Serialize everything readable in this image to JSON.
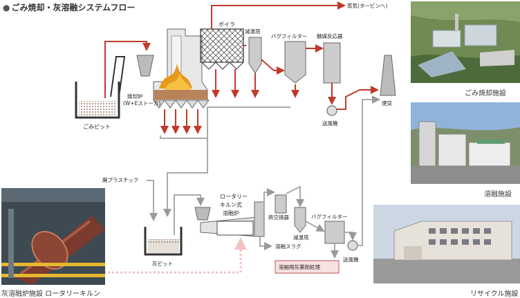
{
  "title": "ごみ焼却・灰溶融システムフロー",
  "labels": {
    "steam": "蒸気(タービンへ)",
    "boiler": "ボイラ",
    "cooling_tower_1": "減温塔",
    "bag_filter_1": "バグフィルター",
    "catalytic_reactor": "触媒反応器",
    "chimney": "煙突",
    "fan_1": "送風機",
    "incinerator_line1": "焼却炉",
    "incinerator_line2": "(W+Eストーカ)",
    "waste_pit": "ごみピット",
    "waste_plastic": "廃プラスチック",
    "rotary_kiln_line1": "ロータリー",
    "rotary_kiln_line2": "キルン式",
    "rotary_kiln_line3": "溶融炉",
    "heat_exchanger": "熱交換器",
    "cooling_tower_2": "減温塔",
    "bag_filter_2": "バグフィルター",
    "molten_slag": "溶融スラグ",
    "fly_ash_treatment": "溶融飛灰薬剤処理",
    "fan_2": "送風機",
    "ash_pit": "灰ピット"
  },
  "captions": {
    "incineration_facility": "ごみ焼却施設",
    "melting_facility": "溶融施設",
    "recycle_facility": "リサイクル施設",
    "rotary_kiln_facility": "灰溶融炉施設 ロータリーキルン"
  }
}
